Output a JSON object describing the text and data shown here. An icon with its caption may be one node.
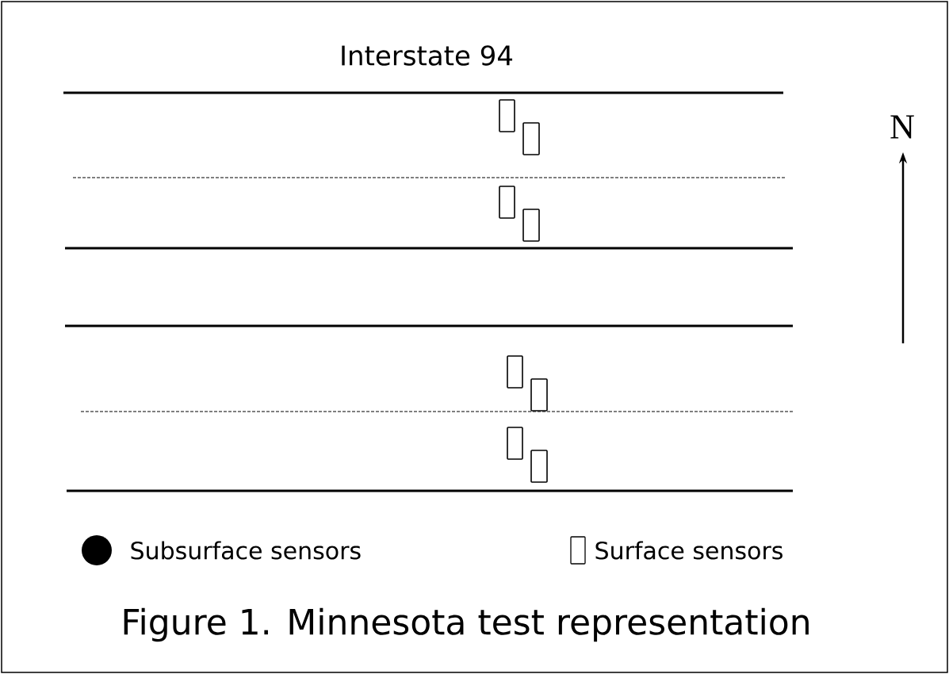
{
  "diagram": {
    "caption": "Figure 1. Minnesota test representation",
    "labels": [
      "Interstate 94",
      "N"
    ],
    "legend": [
      {
        "text": "Subsurface sensors"
      },
      {
        "text": "Surface sensors"
      }
    ]
  }
}
